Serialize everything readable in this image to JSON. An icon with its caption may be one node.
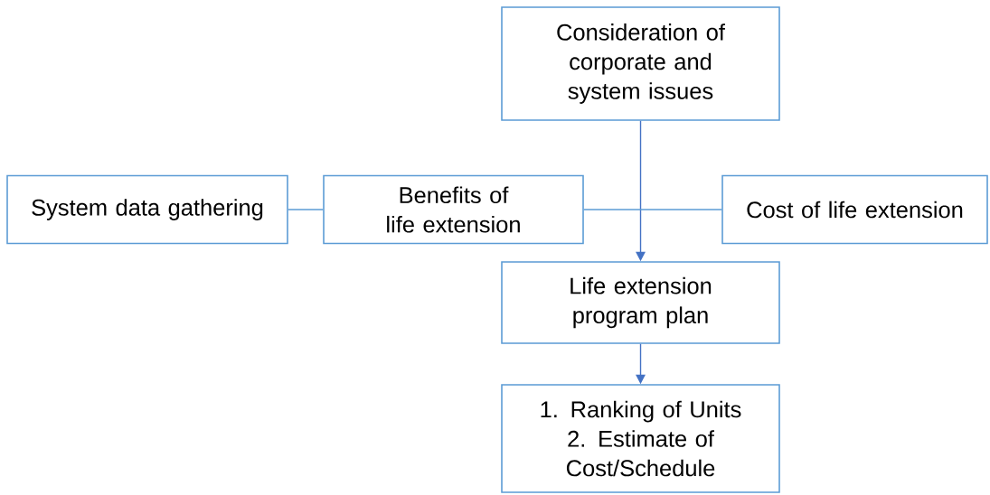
{
  "diagram": {
    "nodes": [
      {
        "text": [
          "Consideration of corporate and system issues"
        ]
      },
      {
        "text": [
          "System data gathering"
        ]
      },
      {
        "text": [
          "Benefits of life extension"
        ]
      },
      {
        "text": [
          "Cost of life extension"
        ]
      },
      {
        "text": [
          "Life extension program plan"
        ]
      },
      {
        "text": [
          "1. Ranking of Units",
          "2. Estimate of Cost/Schedule"
        ]
      }
    ],
    "edges": [
      {
        "from": 0,
        "to": 4,
        "arrow": "to"
      },
      {
        "from": 1,
        "to": 2,
        "arrow": "none"
      },
      {
        "from": 2,
        "to": 3,
        "arrow": "none"
      },
      {
        "from": 4,
        "to": 5,
        "arrow": "to"
      }
    ]
  }
}
